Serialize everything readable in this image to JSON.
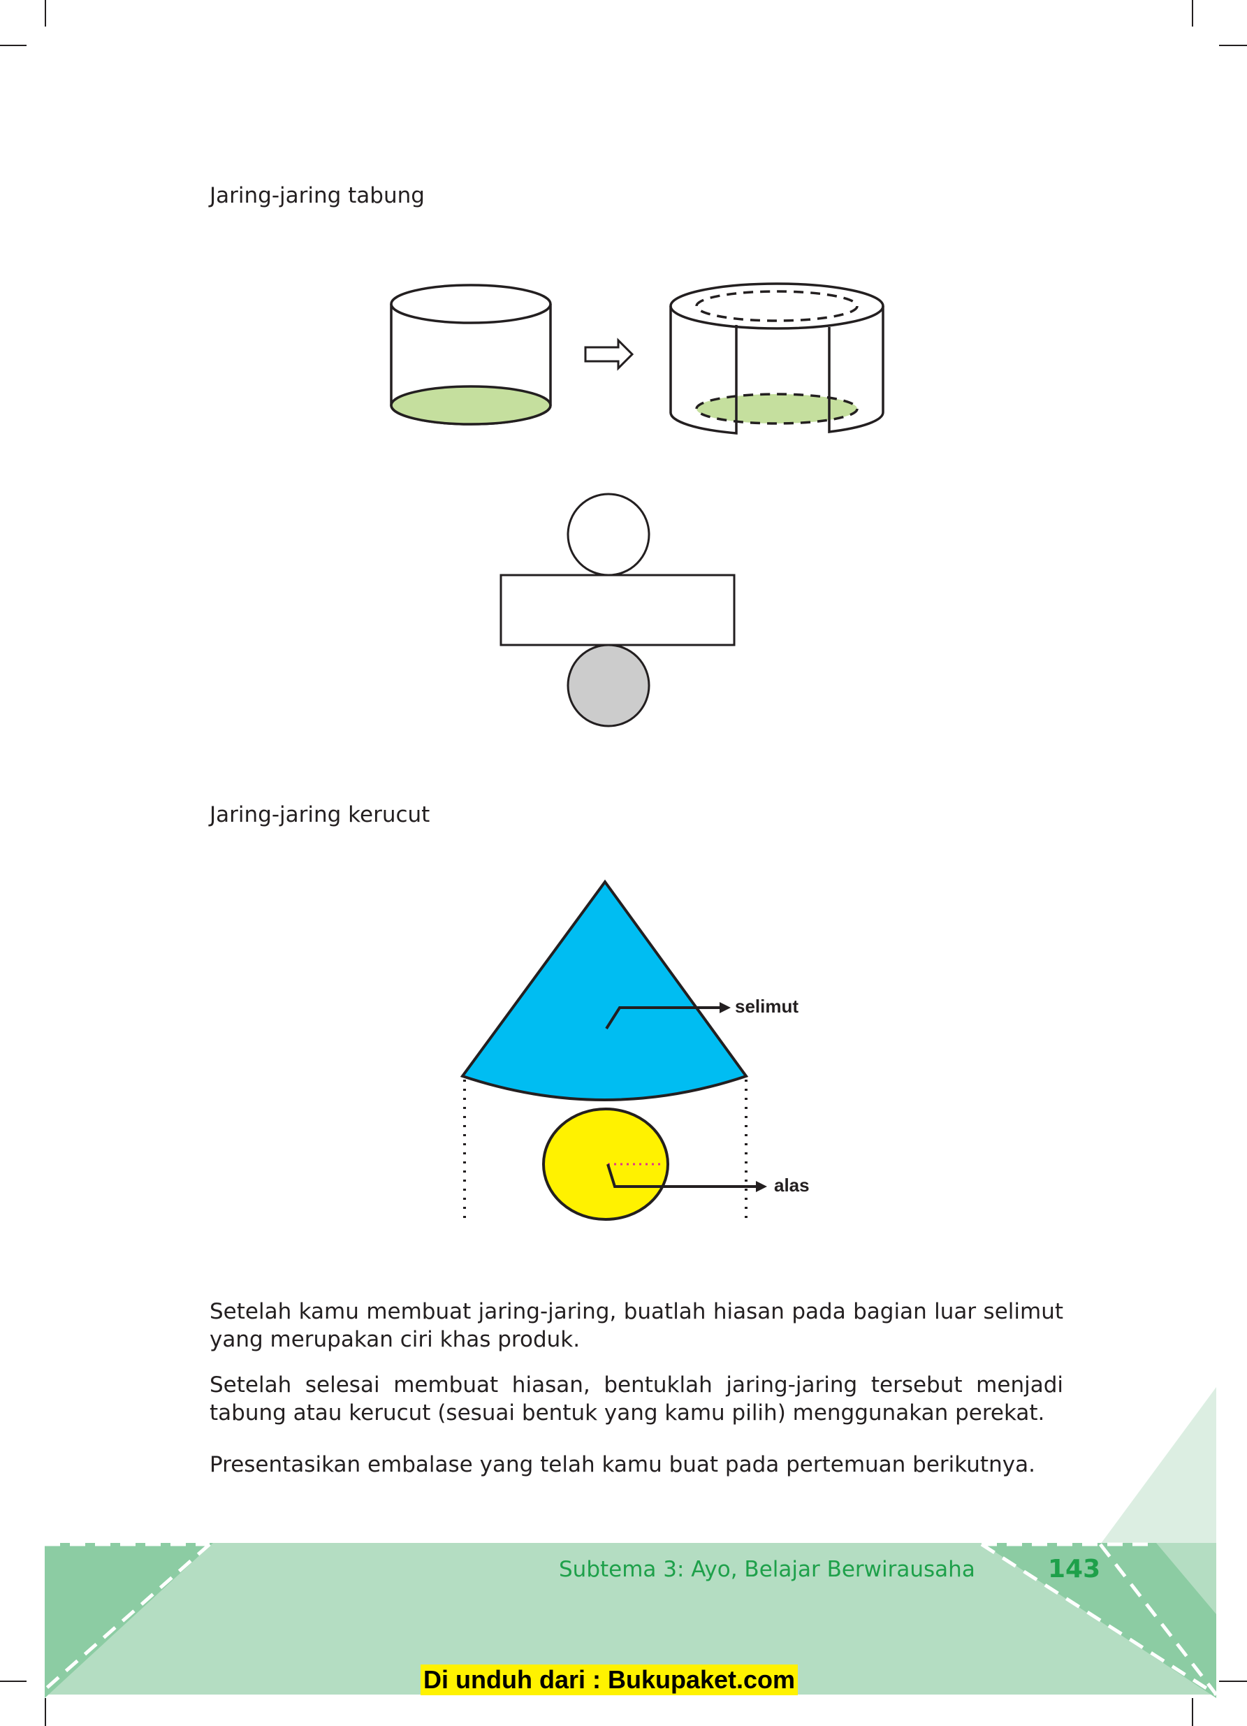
{
  "section_tabung": {
    "heading": "Jaring-jaring tabung"
  },
  "section_kerucut": {
    "heading": "Jaring-jaring kerucut",
    "label_selimut": "selimut",
    "label_alas": "alas"
  },
  "paragraphs": [
    "Setelah kamu membuat jaring-jaring, buatlah hiasan pada bagian luar selimut yang merupakan ciri khas produk.",
    "Setelah selesai membuat hiasan, bentuklah jaring-jaring tersebut menjadi tabung atau kerucut (sesuai bentuk yang kamu pilih) menggunakan perekat.",
    "Presentasikan embalase yang telah kamu buat pada pertemuan berikutnya."
  ],
  "footer": {
    "subtema": "Subtema 3: Ayo, Belajar Berwirausaha",
    "page_number": "143",
    "download_note": "Di unduh dari : Bukupaket.com"
  },
  "colors": {
    "cylinder_base": "#c5df9e",
    "cylinder_bottom_disc": "#cccccc",
    "cone_body": "#00bdf2",
    "cone_base": "#fff200",
    "footer_band": "#b4ddc2",
    "footer_dark": "#8ccca3",
    "footer_text": "#1ea04a"
  },
  "icons": [
    "right-arrow-icon"
  ]
}
